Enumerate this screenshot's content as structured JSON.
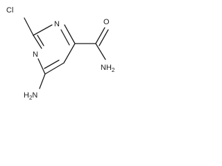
{
  "molecule": {
    "atoms": {
      "chlorine": "Cl",
      "ring_nitrogen_1": "N",
      "ring_nitrogen_3": "N",
      "carbonyl_oxygen": "O",
      "amide_group": {
        "element": "NH",
        "subscript": "2"
      },
      "amino_group": {
        "element": "H",
        "subscript": "2",
        "suffix": "N"
      }
    }
  }
}
